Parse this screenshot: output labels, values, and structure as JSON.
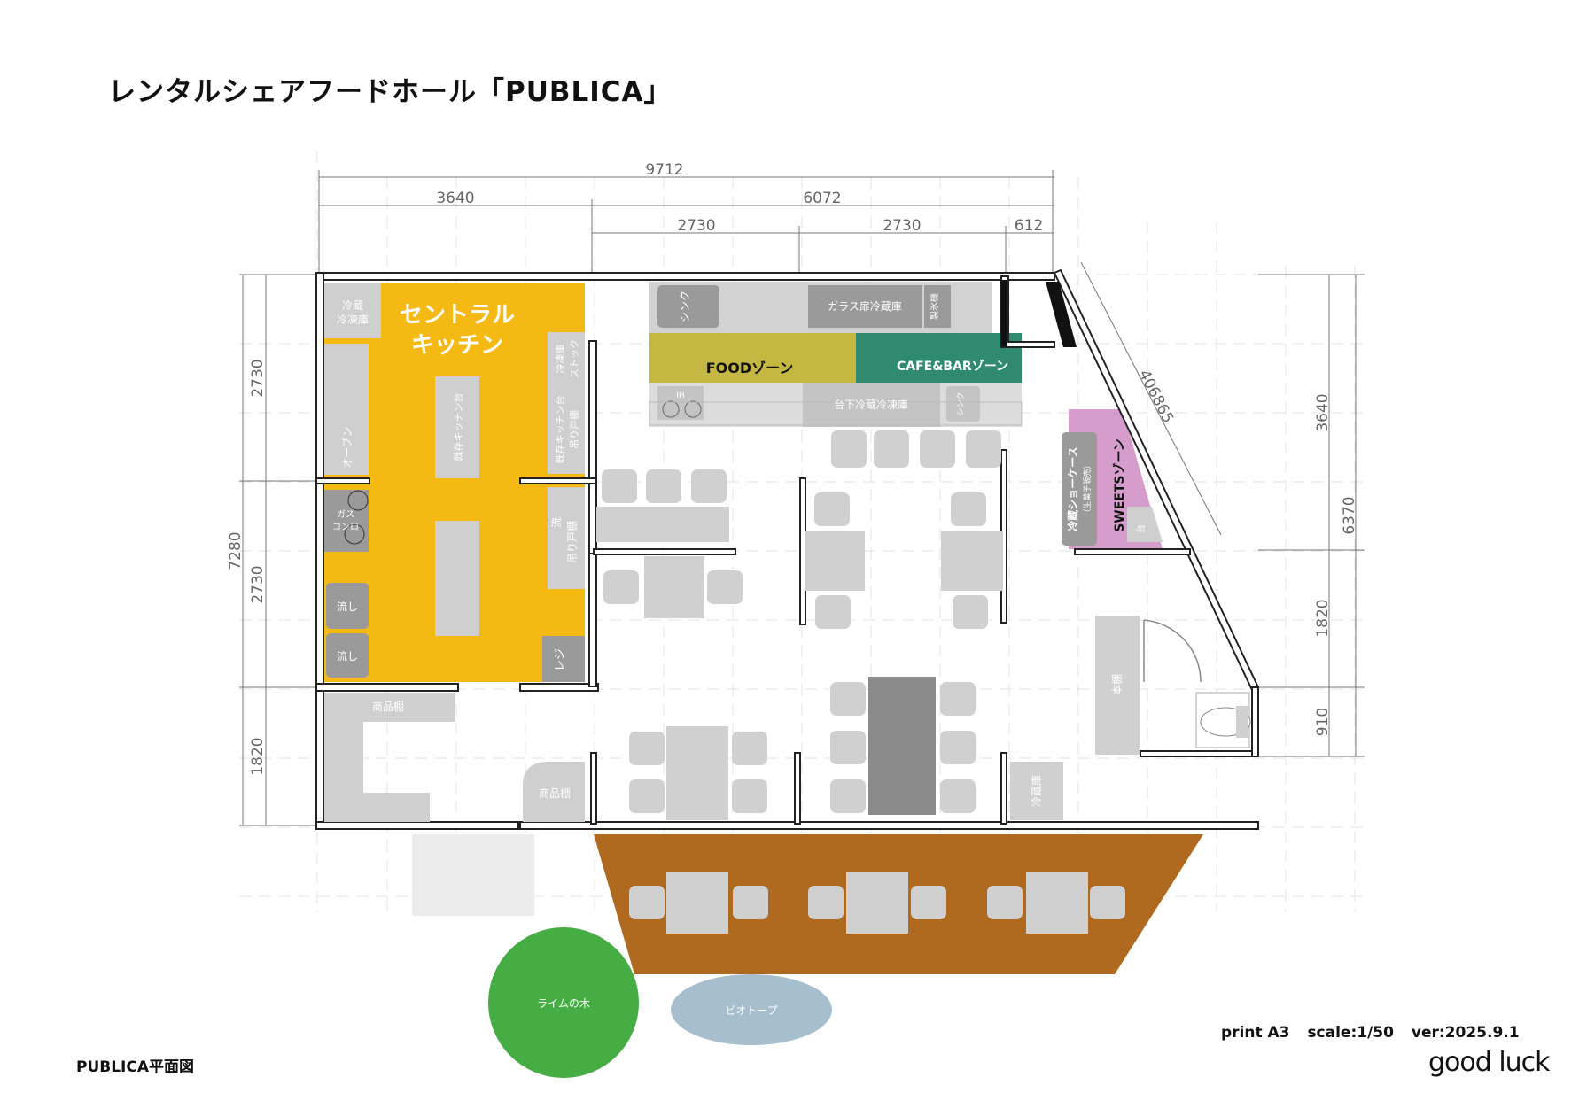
{
  "title": "レンタルシェアフードホール「PUBLICA」",
  "dimensions": {
    "total_width": "9712",
    "left_width": "3640",
    "right_width": "6072",
    "seg1": "2730",
    "seg2": "2730",
    "seg3": "612",
    "total_height": "7280",
    "h1": "2730",
    "h2": "2730",
    "h3": "1820",
    "right_h1": "3640",
    "right_h2": "1820",
    "right_h3": "910",
    "right_total": "6370",
    "diagonal": "406865"
  },
  "zones": {
    "central_kitchen_1": "セントラル",
    "central_kitchen_2": "キッチン",
    "food": "FOODゾーン",
    "cafe_bar": "CAFE&BARゾーン",
    "sweets": "SWEETSゾーン"
  },
  "fixtures": {
    "fridge_freezer_1": "冷蔵",
    "fridge_freezer_2": "冷凍庫",
    "oven": "オーブン",
    "existing_table_1": "既存キッチン台",
    "freezer_stock_1": "冷凍庫",
    "freezer_stock_2": "ストック",
    "existing_table_2": "既存キッチン台",
    "hanging_shelf_1": "吊り戸棚",
    "gas_stove_1": "ガス",
    "gas_stove_2": "コンロ",
    "sink_a": "流し",
    "sink_b": "流し",
    "sink_c": "流",
    "hanging_shelf_2": "吊り戸棚",
    "register": "レジ",
    "product_shelf_1": "商品棚",
    "product_shelf_2": "商品棚",
    "food_sink": "シンク",
    "glass_fridge": "ガラス扉冷蔵庫",
    "ice_maker": "製氷機",
    "ih": "IH",
    "undercounter": "台下冷蔵冷凍庫",
    "bar_sink": "シンク",
    "showcase_1": "冷蔵ショーケース",
    "showcase_2": "（生菓子販売）",
    "sweets_table": "台",
    "bookshelf": "本棚",
    "fridge": "冷蔵庫"
  },
  "exterior": {
    "lime_tree": "ライムの木",
    "biotope": "ビオトープ"
  },
  "footer": {
    "plan_label": "PUBLICA平面図",
    "print": "print A3",
    "scale": "scale:1/50",
    "version": "ver:2025.9.1",
    "brand": "good luck"
  },
  "colors": {
    "kitchen": "#f5b914",
    "food": "#c4b843",
    "cafe": "#2f8a70",
    "sweets": "#d69ccc",
    "terrace": "#b06a20",
    "tree": "#46ac44",
    "biotope": "#a7bece",
    "furniture": "#d0d0d0",
    "dark_fixture": "#9a9a9a"
  }
}
